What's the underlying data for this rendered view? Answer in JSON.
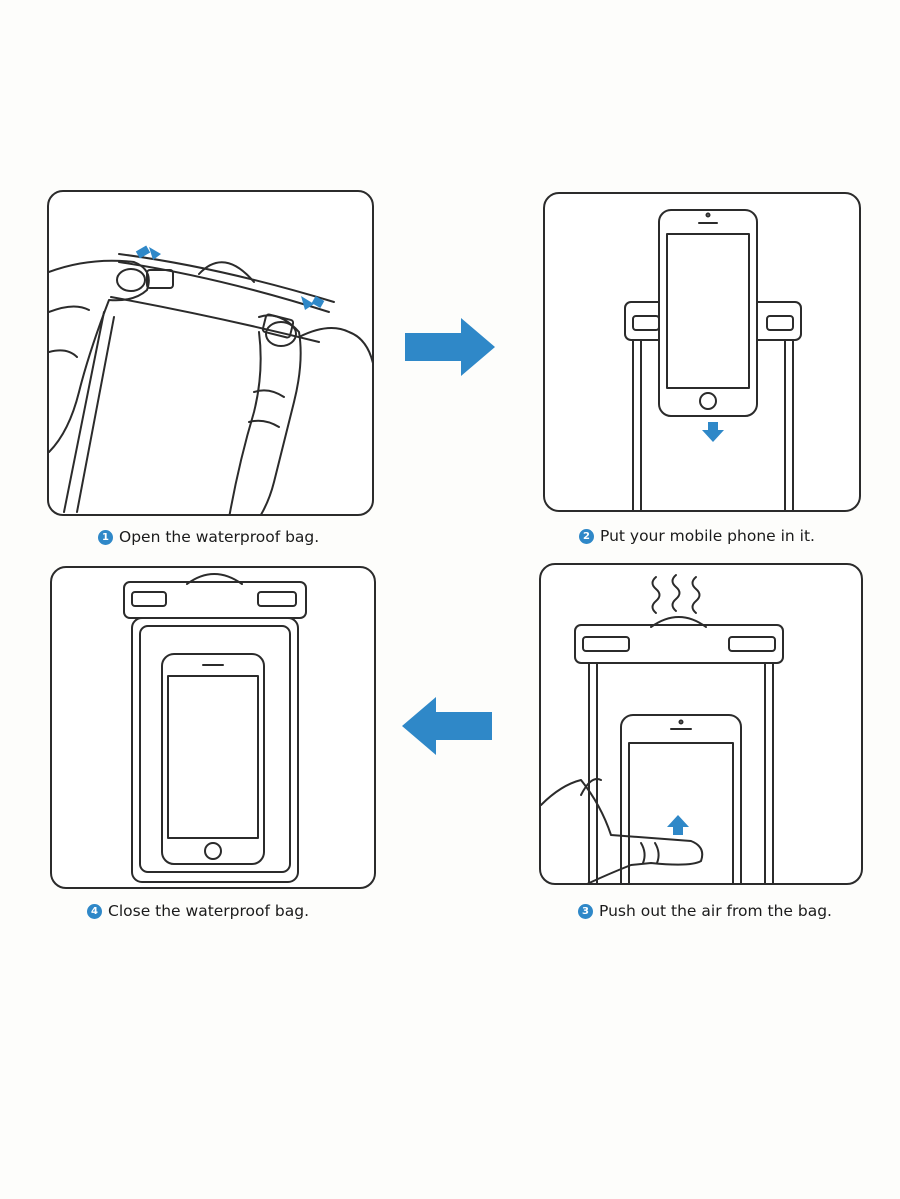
{
  "colors": {
    "accent": "#2f88c8",
    "line": "#2b2b2b"
  },
  "steps": [
    {
      "number": "1",
      "text": "Open the waterproof bag."
    },
    {
      "number": "2",
      "text": "Put your mobile phone in it."
    },
    {
      "number": "3",
      "text": "Push out the air from the bag."
    },
    {
      "number": "4",
      "text": "Close the waterproof bag."
    }
  ]
}
